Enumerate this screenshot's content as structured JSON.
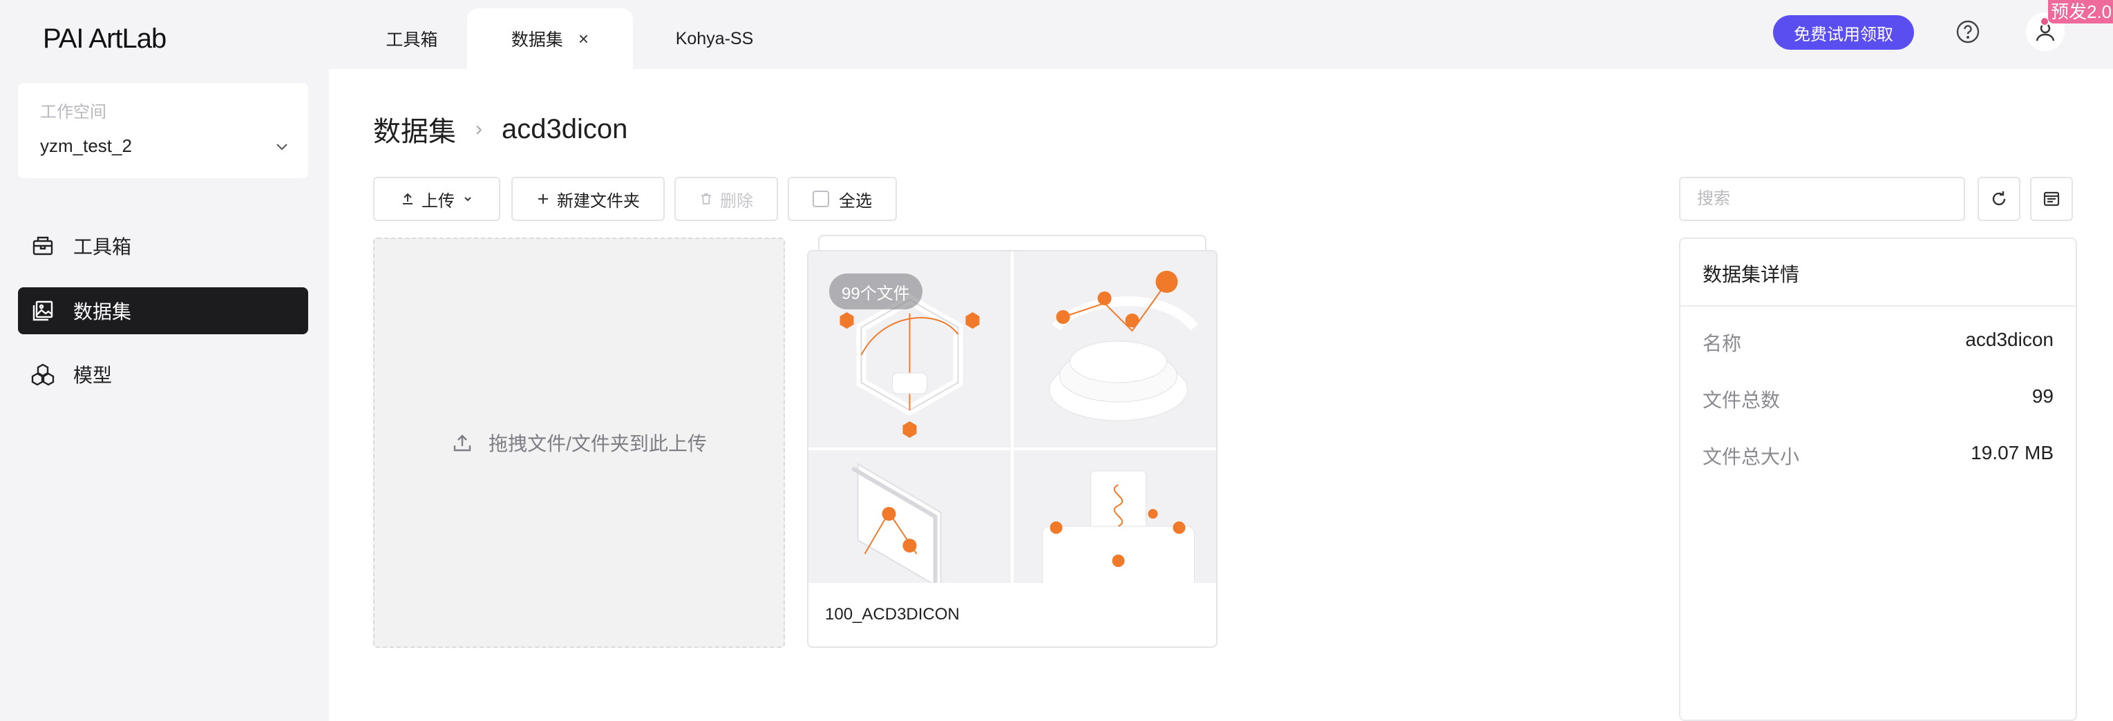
{
  "app": {
    "logo": "PAI ArtLab"
  },
  "sidebar": {
    "workspace": {
      "label": "工作空间",
      "value": "yzm_test_2"
    },
    "items": [
      {
        "label": "工具箱",
        "icon": "toolbox-icon",
        "active": false
      },
      {
        "label": "数据集",
        "icon": "image-gallery-icon",
        "active": true
      },
      {
        "label": "模型",
        "icon": "model-cubes-icon",
        "active": false
      }
    ]
  },
  "topbar": {
    "tabs": [
      {
        "label": "工具箱",
        "active": false
      },
      {
        "label": "数据集",
        "active": true,
        "closable": true,
        "close_glyph": "×"
      },
      {
        "label": "Kohya-SS",
        "active": false
      }
    ],
    "trial_button": "免费试用领取",
    "preview_badge": "预发2.0",
    "accent_color": "#5b4ef0"
  },
  "main": {
    "breadcrumb": {
      "parent": "数据集",
      "separator": "›",
      "current": "acd3dicon"
    },
    "toolbar": {
      "upload": "上传",
      "new_folder": "新建文件夹",
      "delete": "删除",
      "select_all": "全选"
    },
    "search": {
      "placeholder": "搜索",
      "value": ""
    },
    "dropzone": {
      "text": "拖拽文件/文件夹到此上传"
    },
    "folder": {
      "file_count": "99个文件",
      "name": "100_ACD3DICON"
    },
    "details": {
      "title": "数据集详情",
      "rows": [
        {
          "key": "名称",
          "value": "acd3dicon"
        },
        {
          "key": "文件总数",
          "value": "99"
        },
        {
          "key": "文件总大小",
          "value": "19.07 MB"
        }
      ]
    }
  }
}
